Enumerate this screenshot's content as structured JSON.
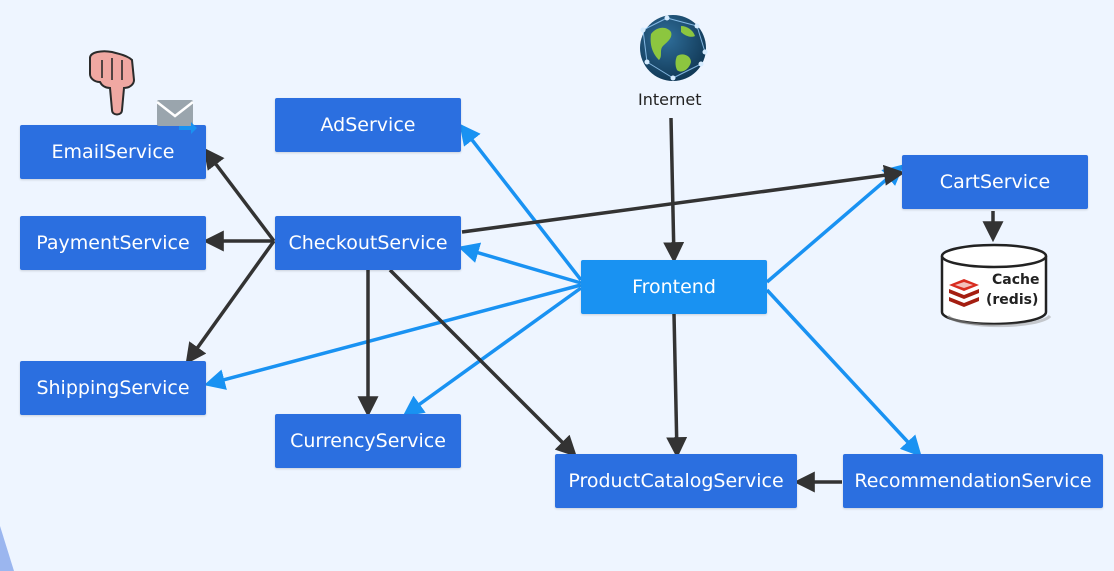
{
  "colors": {
    "background": "#eef5ff",
    "service_box": "#2b6fe0",
    "frontend_box": "#1992f2",
    "dark_edge": "#333333",
    "blue_edge": "#1992f2",
    "corner_accent": "#9bb6ef"
  },
  "nodes": {
    "adservice": "AdService",
    "emailservice": "EmailService",
    "paymentservice": "PaymentService",
    "checkoutservice": "CheckoutService",
    "shippingservice": "ShippingService",
    "currencyservice": "CurrencyService",
    "frontend": "Frontend",
    "cartservice": "CartService",
    "productcatalogservice": "ProductCatalogService",
    "recommendationservice": "RecommendationService"
  },
  "internet": {
    "label": "Internet",
    "icon": "globe-icon"
  },
  "cache": {
    "line1": "Cache",
    "line2": "(redis)",
    "icon": "redis-icon"
  },
  "decorations": {
    "pointer_icon": "pointing-hand-icon",
    "email_icon": "envelope-icon"
  },
  "edges": [
    {
      "from": "internet",
      "to": "frontend",
      "style": "dark"
    },
    {
      "from": "frontend",
      "to": "adservice",
      "style": "blue"
    },
    {
      "from": "frontend",
      "to": "checkoutservice",
      "style": "blue"
    },
    {
      "from": "frontend",
      "to": "shippingservice",
      "style": "blue"
    },
    {
      "from": "frontend",
      "to": "currencyservice",
      "style": "blue"
    },
    {
      "from": "frontend",
      "to": "cartservice",
      "style": "blue"
    },
    {
      "from": "frontend",
      "to": "recommendationservice",
      "style": "blue"
    },
    {
      "from": "frontend",
      "to": "productcatalogservice",
      "style": "dark"
    },
    {
      "from": "checkoutservice",
      "to": "emailservice",
      "style": "dark"
    },
    {
      "from": "checkoutservice",
      "to": "paymentservice",
      "style": "dark"
    },
    {
      "from": "checkoutservice",
      "to": "shippingservice",
      "style": "dark"
    },
    {
      "from": "checkoutservice",
      "to": "currencyservice",
      "style": "dark"
    },
    {
      "from": "checkoutservice",
      "to": "productcatalogservice",
      "style": "dark"
    },
    {
      "from": "checkoutservice",
      "to": "cartservice",
      "style": "dark"
    },
    {
      "from": "recommendationservice",
      "to": "productcatalogservice",
      "style": "dark"
    },
    {
      "from": "cartservice",
      "to": "cache",
      "style": "dark"
    }
  ]
}
